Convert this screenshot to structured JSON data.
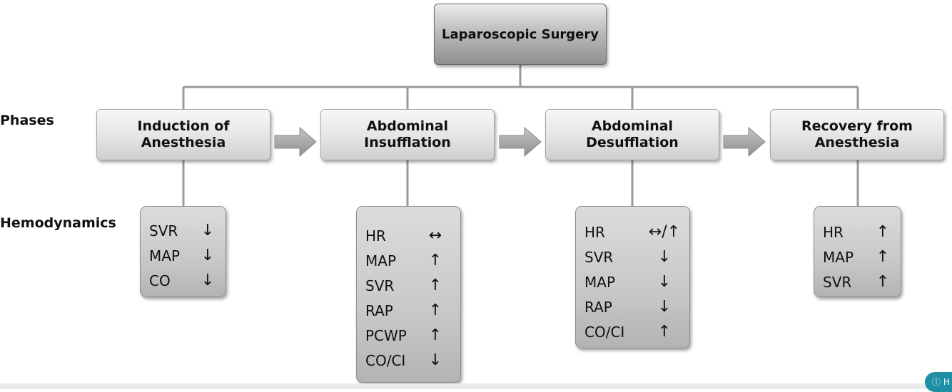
{
  "diagram": {
    "root": "Laparoscopic Surgery",
    "side_labels": {
      "phases": "Phases",
      "hemodynamics": "Hemodynamics"
    },
    "phases": [
      {
        "label": "Induction of\nAnesthesia",
        "hemodynamics": [
          {
            "param": "SVR",
            "change": "↓"
          },
          {
            "param": "MAP",
            "change": "↓"
          },
          {
            "param": "CO",
            "change": "↓"
          }
        ]
      },
      {
        "label": "Abdominal Insufflation",
        "hemodynamics": [
          {
            "param": "HR",
            "change": "↔"
          },
          {
            "param": "MAP",
            "change": "↑"
          },
          {
            "param": "SVR",
            "change": "↑"
          },
          {
            "param": "RAP",
            "change": "↑"
          },
          {
            "param": "PCWP",
            "change": "↑"
          },
          {
            "param": "CO/CI",
            "change": "↓"
          }
        ]
      },
      {
        "label": "Abdominal\nDesufflation",
        "hemodynamics": [
          {
            "param": "HR",
            "change": "↔/↑"
          },
          {
            "param": "SVR",
            "change": "↓"
          },
          {
            "param": "MAP",
            "change": "↓"
          },
          {
            "param": "RAP",
            "change": "↓"
          },
          {
            "param": "CO/CI",
            "change": "↑"
          }
        ]
      },
      {
        "label": "Recovery from\nAnesthesia",
        "hemodynamics": [
          {
            "param": "HR",
            "change": "↑"
          },
          {
            "param": "MAP",
            "change": "↑"
          },
          {
            "param": "SVR",
            "change": "↑"
          }
        ]
      }
    ]
  },
  "help_button": {
    "icon": "help-circle-icon",
    "label": "H"
  }
}
